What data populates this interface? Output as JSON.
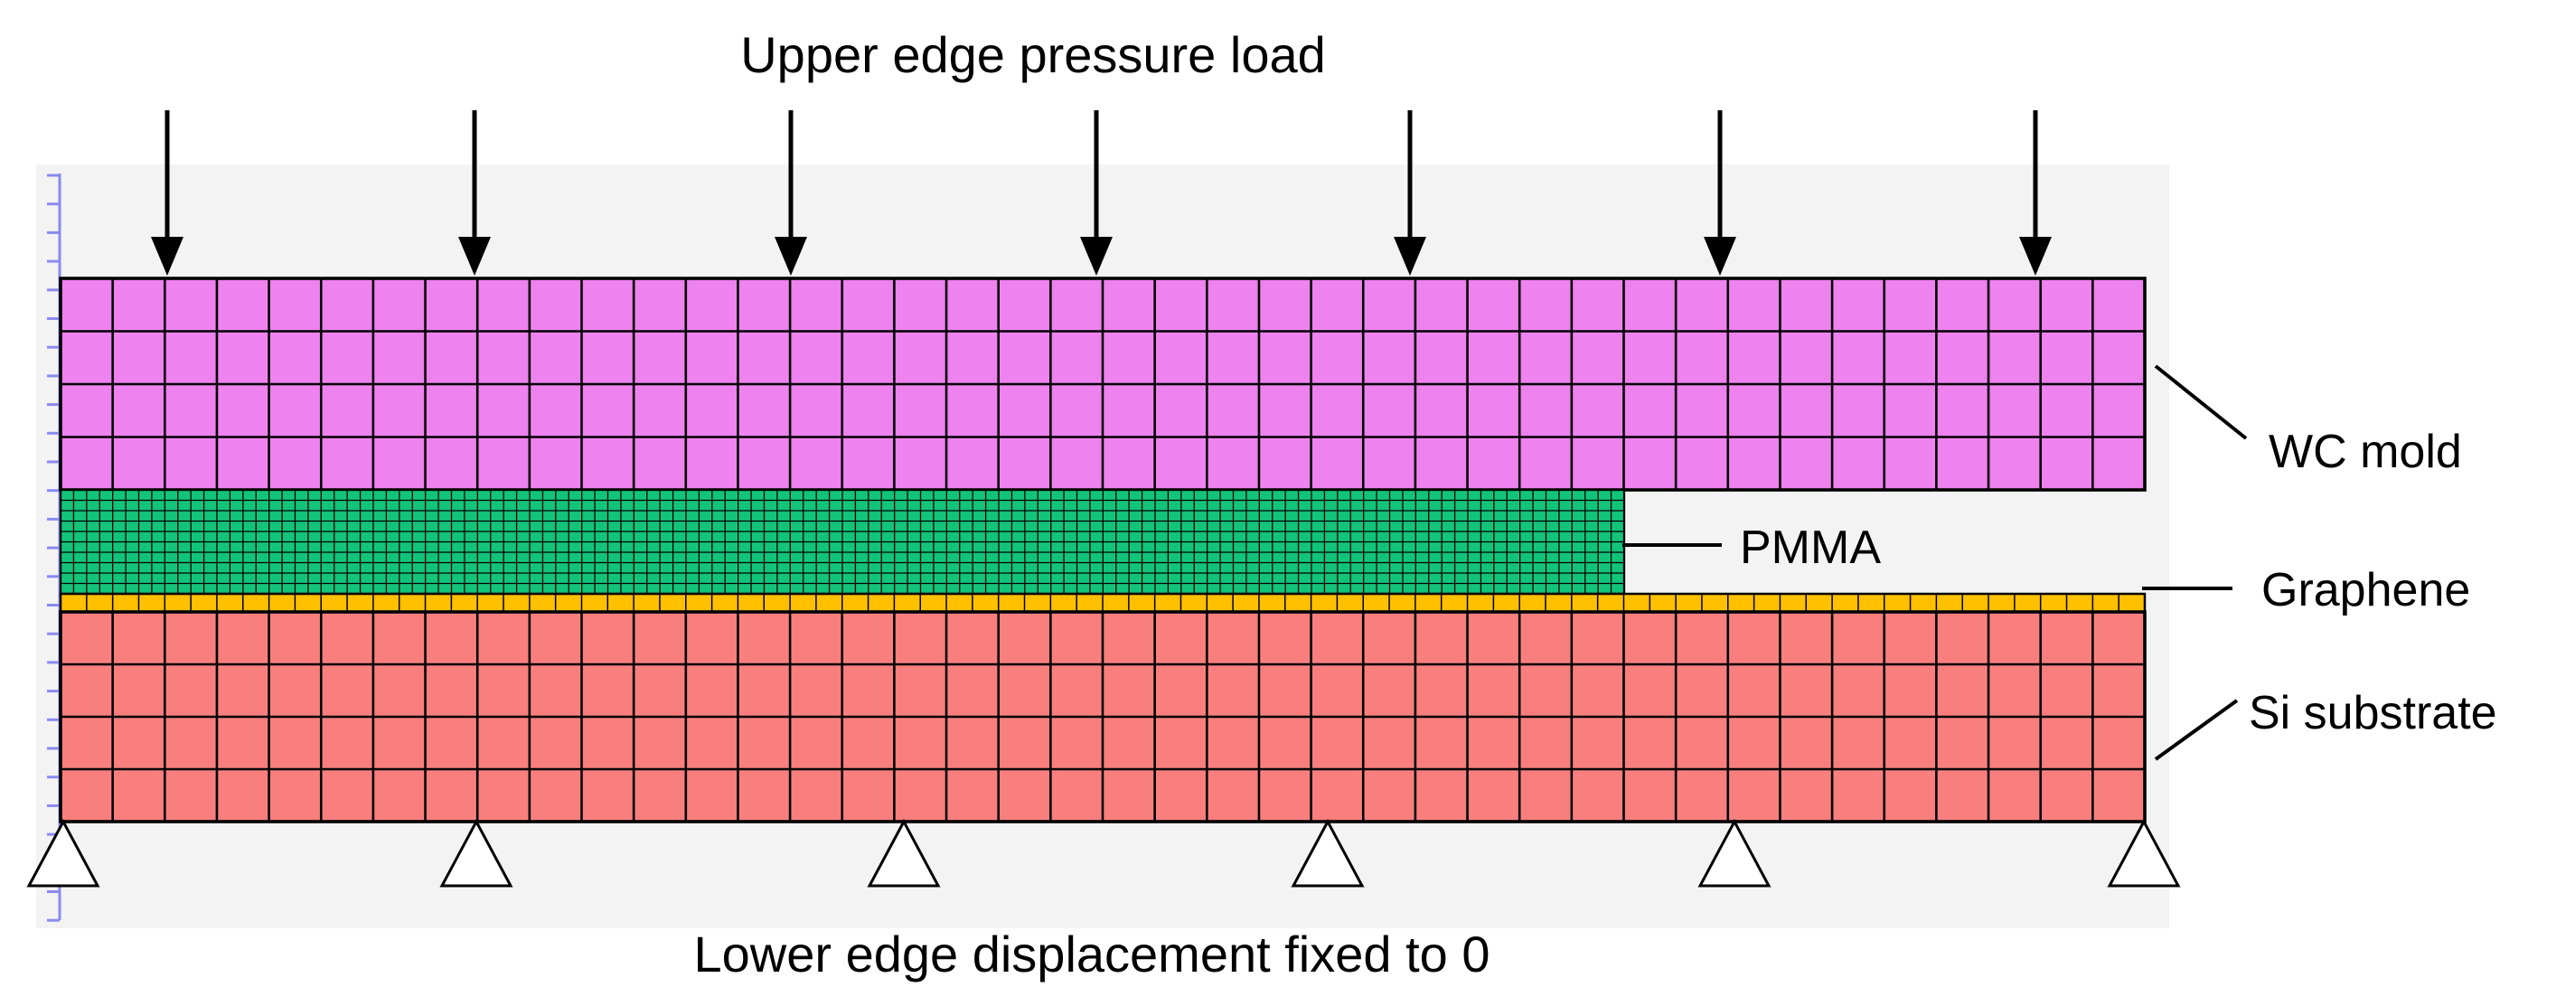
{
  "labels": {
    "top": "Upper edge pressure load",
    "bottom": "Lower edge displacement fixed to 0",
    "wc_mold": "WC mold",
    "pmma": "PMMA",
    "graphene": "Graphene",
    "si_substrate": "Si substrate"
  },
  "colors": {
    "background_panel": "#f3f3f3",
    "wc_mold": "#ee82ee",
    "pmma": "#12c47a",
    "graphene": "#ffc000",
    "si_substrate": "#f97f7f",
    "grid_line": "#000000",
    "ruler": "#8a8af0"
  },
  "mesh": {
    "wc_mold": {
      "cols": 40,
      "rows": 4
    },
    "pmma": {
      "cols": 120,
      "rows": 10
    },
    "graphene": {
      "cols": 80,
      "rows": 1
    },
    "si_substrate": {
      "cols": 40,
      "rows": 4
    }
  },
  "loads": {
    "arrow_count": 7
  },
  "supports": {
    "triangle_count": 6
  }
}
